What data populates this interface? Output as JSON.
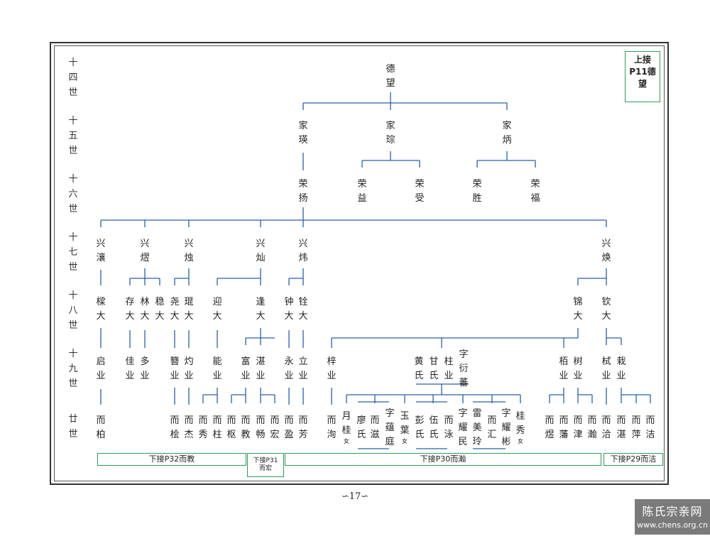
{
  "generations": [
    "十四世",
    "十五世",
    "十六世",
    "十七世",
    "十八世",
    "十九世",
    "廿世"
  ],
  "upper_link": "上接P11德望",
  "nodes": {
    "dewang": "德望",
    "jiaying": "家瑛",
    "jiacong": "家琮",
    "jiabing": "家炳",
    "rongyang": "荣扬",
    "rongyi": "荣益",
    "rongshou": "荣受",
    "rongsheng": "荣胜",
    "rongfu": "荣福",
    "xingrang": "兴瀼",
    "xingying": "兴熤",
    "xingzhu": "兴烛",
    "xingcan": "兴灿",
    "xingwei": "兴炜",
    "xinghuan": "兴焕",
    "liangda": "樑大",
    "cunda": "存大",
    "linda": "林大",
    "wenda": "稳大",
    "yaoda": "尧大",
    "kunda": "琨大",
    "yingda": "迎大",
    "fengda": "逢大",
    "zhongda": "钟大",
    "quanda": "铨大",
    "jinda": "锦大",
    "qinda": "钦大",
    "qiye": "启业",
    "jiaye": "佳业",
    "duoye": "多业",
    "zanye": "簪业",
    "zhuoye": "灼业",
    "nengye": "能业",
    "fuye": "富业",
    "chenye": "湛业",
    "yongye": "永业",
    "liye": "立业",
    "ziye": "梓业",
    "huangshi": "黄氏",
    "ganshi": "甘氏",
    "zhuye": "柱业",
    "zi_yanfan": "字衍蕃",
    "baiye": "栢业",
    "shuye": "树业",
    "shiye": "栻业",
    "zaiye": "栽业",
    "erbai": "而柏",
    "erhui": "而桧",
    "erjie": "而杰",
    "erxiu": "而秀",
    "erzhu": "而柱",
    "ershu": "而枢",
    "erjiao": "而教",
    "erchang": "而畅",
    "erhong": "而宏",
    "erying": "而盈",
    "erfang": "而芳",
    "erxun": "而洵",
    "yuegui": "月桂",
    "liaoshi": "廖氏",
    "erzi": "而滋",
    "zi_yunting": "字蕴庭",
    "yuye": "玉葉",
    "pengshi": "彭氏",
    "wushi": "伍氏",
    "eryong": "而泳",
    "zi_yaomin": "字耀民",
    "leimeiling": "雷美玲",
    "erhui2": "而汇",
    "zi_yaobin": "字耀彬",
    "guixiu": "桂秀",
    "eryu": "而煜",
    "erfan": "而藩",
    "erjin": "而津",
    "erhan": "而瀚",
    "erqia": "而洽",
    "erchen": "而湛",
    "erping": "而萍",
    "erjie2": "而洁",
    "female_mark": "女"
  },
  "footer_links": {
    "p32": "下接P32而教",
    "p31": "下接P31而宏",
    "p30": "下接P30而瀚",
    "p29": "下接P29而洁"
  },
  "page_number": "∽17∽",
  "watermark": {
    "title": "陈氏宗亲网",
    "url": "www.chens.org.cn"
  },
  "colors": {
    "line": "#2a5fa8",
    "box_border": "#2e9b5a"
  }
}
